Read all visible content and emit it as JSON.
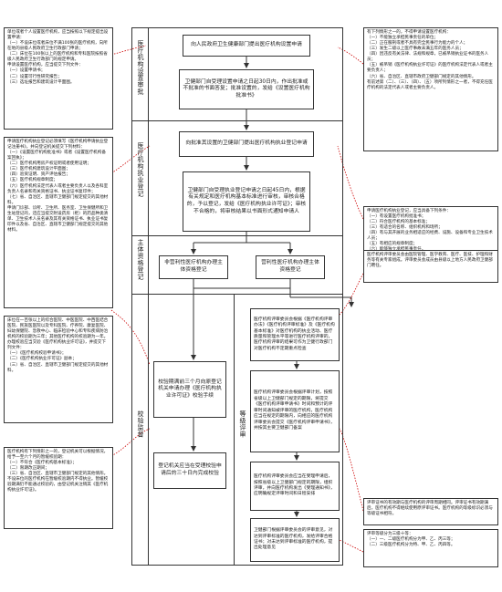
{
  "sections": {
    "approve": "医疗机构设置审批",
    "register": "医疗机构执业登记",
    "entity": "主体资格登记",
    "verify": "校验监督",
    "grade": "等级评审"
  },
  "flow": {
    "apply_setup": "向人民政府卫生健康部门提出医疗机构设置申请",
    "review_setup": "卫健部门自受理设置申请之日起30日内，作出批准或不批准的书面答复；批准设置的，发给《设置医疗机构批准书》",
    "apply_register": "向批准其设置的卫健部门提出医疗机构执业登记申请",
    "review_register": "卫健部门自受理执业登记申请之日起45日内，根据有关规定和医疗机构基本标准进行审核，审核合格的，予以登记，发给《医疗机构执业许可证》；审核不合格的，将审核结果以书面形式通知申请人",
    "nonprofit": "非营利性医疗机构办理主体资格登记",
    "profit": "营利性医疗机构办理主体资格登记",
    "verify_apply": "校验期满前三个月向原登记机关申请办理《医疗机构执业许可证》校验手续",
    "verify_done": "登记机关应当在受理校验申请后的三十日内完成校验",
    "grade_1": "医疗机构评审委员会根据《医疗机构评审办法》《医疗机构评审标准》及《医疗机构基本标准》对医疗机构的执业活动、医疗质量和管理水平等进行医疗机构评审的，医疗机构评审的结果可作为卫健行政部门对医疗机构不定期重点检查",
    "grade_2": "医疗机构评审委员会根据评审计划，按照省级以上卫健部门规定的期限，将提交《医疗机构评审申请书》时间和预计的评审时间通知被评审的医疗机构，医疗机构应当在规定的期限内，向相应的医疗机构评审委员会提交《医疗机构评审申请书》，并按其主要卫健部门备案",
    "grade_3": "医疗机构评审委员会应当在受理申请后，按照省级以上卫健部门规定的期限，组织评审，并向医疗机构发出《受理通知书》，应明确规定评审时间和日程安排",
    "grade_4": "卫健部门根据评审委员会的评审意见，对达到评审标准的医疗机构，发给评审合格证书；对未达到评审标准的医疗机构，提出处理意见"
  },
  "left_notes": {
    "n1": [
      "单位或者个人设置医疗机构，应当按照以下规定提出设置申请：",
      "（一）不设床位或者床位不满100张的医疗机构，向所在地的县级人民政府卫生行政部门申请；",
      "（二）床位在100张以上的医疗机构和专科医院按照省级人民政府卫生行政部门的规定申请。",
      "申请设置医疗机构，应当提交下列文件：",
      "（一）设置申请书；",
      "（二）设置可行性研究报告；",
      "（三）选址报告和建筑设计平面图。"
    ],
    "n2": [
      "申请医疗机构执业登记必须填写《医疗机构申请执业登记注册书》，并向登记机关提交下列材料：",
      "（一）《设置医疗机构批准书》或者《设置医疗机构备案回执》；",
      "（二）医疗机构用房产权证明或者使用证明；",
      "（三）医疗机构建筑设计平面图；",
      "（四）验资证明、资产评估报告；",
      "（五）医疗机构规章制度；",
      "（六）医疗机构法定代表人或者主要负责人以及各科室负责人名录和有关资格证书、执业证书复印件；",
      "（七）省、自治区、直辖市卫健部门规定提交的其他材料。",
      "申请门诊部、诊所、卫生所、医务室、卫生保健所和卫生站登记的，还应当提交附设药房（柜）的药品种类清单、卫生技术人员名录及其有关资格证书、执业证书复印件以及省、自治区、直辖市卫健部门规定提交的其他材料。"
    ],
    "n3": [
      "床位在一百张以上的综合医院、中医医院、中西医结合医院、民族医医院以及专科医院、疗养院、康复医院、妇幼保健院、急救中心、临床检验中心和专科疾病防治机构的校验期为三年；其他医疗机构的校验期为一年。",
      "办理校验应当交验《医疗机构执业许可证》，并提交下列文件：",
      "（一）《医疗机构校验申请书》；",
      "（二）《医疗机构执业许可证》副本；",
      "（三）省、自治区、直辖市卫健部门规定提交的其他材料。"
    ],
    "n4": [
      "医疗机构有下列情形之一的，登记机关可以根据情况，给予一至六个月的暂缓校验期：",
      "（一）不符合《医疗机构基本标准》；",
      "（二）限期改正期间；",
      "（三）省、自治区、直辖市卫健部门规定的其他情形。",
      "不设床位的医疗机构在暂缓校验期内不得执业。暂缓校验期满仍不能通过校验的，由登记机关注销其《医疗机构执业许可证》。"
    ]
  },
  "right_notes": {
    "r1": [
      "有下列情形之一的，不得申请设置医疗机构：",
      "（一）不能独立承担民事责任的单位；",
      "（二）正在服刑或者不具有完全民事行为能力的个人；",
      "（三）发生二级以上医疗事故未满五年的医务人员；",
      "（四）因违反有关法律、法规和规章，已被吊销执业证书的医务人员；",
      "（五）被吊销《医疗机构执业许可证》的医疗机构法定代表人或者主要负责人；",
      "（六）省、自治区、直辖市政府卫健部门规定的其他情形。",
      "有前述第（二）、（三）、（四）、（五）项所列情形之一者，不得充任医疗机构的法定代表人或者主要负责人。"
    ],
    "r2": [
      "申请医疗机构执业登记，应当具备下列条件：",
      "（一）有设置医疗机构批准书；",
      "（二）符合医疗机构的基本标准；",
      "（三）有适合的名称、组织机构和场所；",
      "（四）有与其开展的业务相适应的经费、设施、设备和专业卫生技术人员；",
      "（五）有相应的规章制度；",
      "（六）能够独立承担民事责任。"
    ],
    "r3": [
      "医疗机构评审委员会由医院管理、医学教育、医疗、医技、护理和财务等有关专家组成。评审委员会成员由县级以上地方人民政府卫健部门聘任。"
    ],
    "r4": [
      "评审证书的有效期与医疗机构的评审周期相同。评审证书有效期满后，医疗机构不得继续使用原评审证书。医疗机构的等级标识必须与等级证书相符。"
    ],
    "r5": [
      "评审等级分为三级十等：",
      "（一）一、二级医疗机构分为甲、乙、丙三等；",
      "（二）三级医疗机构分为特、甲、乙、丙四等。"
    ]
  }
}
